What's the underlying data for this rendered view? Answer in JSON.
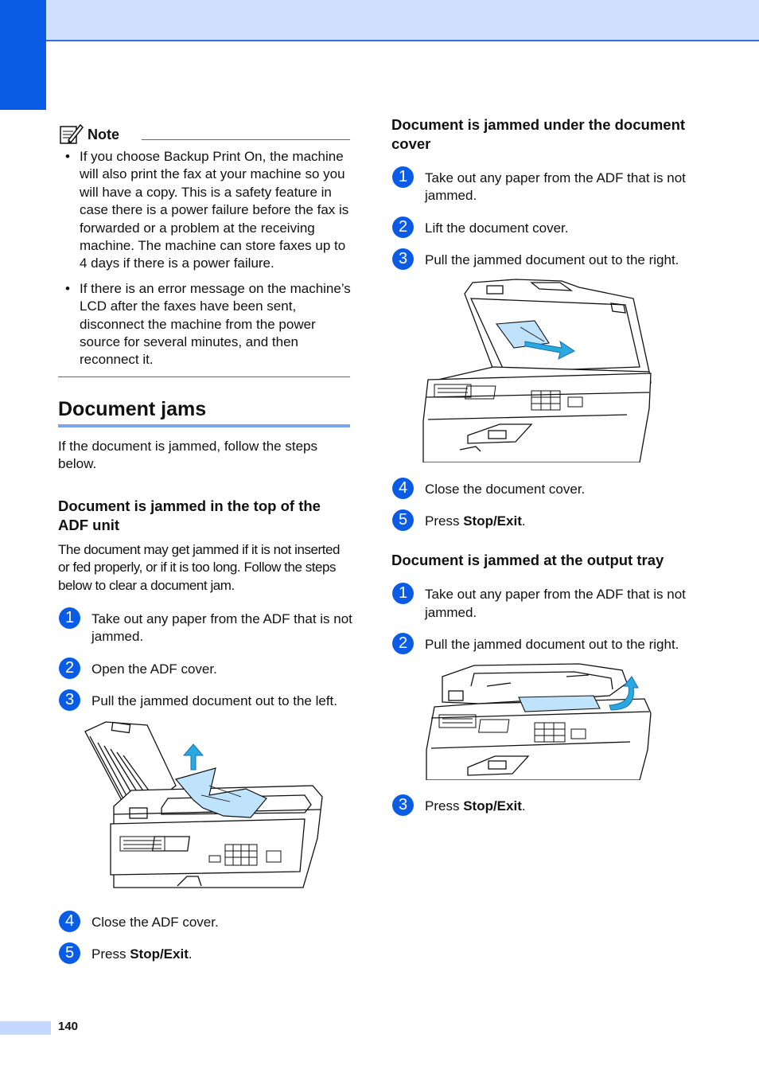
{
  "note": {
    "title": "Note",
    "bullets": [
      "If you choose Backup Print On, the machine will also print the fax at your machine so you will have a copy. This is a safety feature in case there is a power failure before the fax is forwarded or a problem at the receiving machine. The machine can store faxes up to 4 days if there is a power failure.",
      "If there is an error message on the machine’s LCD after the faxes have been sent, disconnect the machine from the power source for several minutes, and then reconnect it."
    ]
  },
  "section": {
    "title": "Document jams",
    "intro": "If the document is jammed, follow the steps below."
  },
  "adf_top": {
    "title": "Document is jammed in the top of the ADF unit",
    "description": "The document may get jammed if it is not inserted or fed properly, or if it is too long. Follow the steps below to clear a document jam.",
    "steps": [
      {
        "num": "1",
        "text": "Take out any paper from the ADF that is not jammed."
      },
      {
        "num": "2",
        "text": "Open the ADF cover."
      },
      {
        "num": "3",
        "text": "Pull the jammed document out to the left."
      },
      {
        "num": "4",
        "text": "Close the ADF cover."
      },
      {
        "num": "5",
        "prefix": "Press ",
        "key": "Stop/Exit",
        "suffix": "."
      }
    ]
  },
  "under_cover": {
    "title": "Document is jammed under the document cover",
    "steps": [
      {
        "num": "1",
        "text": "Take out any paper from the ADF that is not jammed."
      },
      {
        "num": "2",
        "text": "Lift the document cover."
      },
      {
        "num": "3",
        "text": "Pull the jammed document out to the right."
      },
      {
        "num": "4",
        "text": "Close the document cover."
      },
      {
        "num": "5",
        "prefix": "Press ",
        "key": "Stop/Exit",
        "suffix": "."
      }
    ]
  },
  "output_tray": {
    "title": "Document is jammed at the output tray",
    "steps": [
      {
        "num": "1",
        "text": "Take out any paper from the ADF that is not jammed."
      },
      {
        "num": "2",
        "text": "Pull the jammed document out to the right."
      },
      {
        "num": "3",
        "prefix": "Press ",
        "key": "Stop/Exit",
        "suffix": "."
      }
    ]
  },
  "page_number": "140",
  "colors": {
    "accent": "#0a5ce6",
    "header_band": "#cfe0ff",
    "paper_highlight": "#bfe3fb",
    "arrow": "#2aa8e0"
  }
}
